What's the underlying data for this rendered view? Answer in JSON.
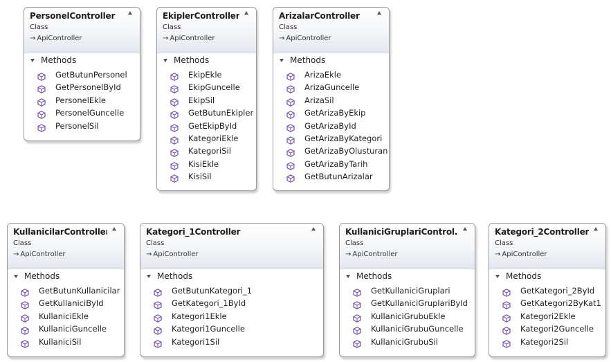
{
  "icons": {
    "collapse": "double-chevron-up-icon",
    "base": "inheritance-arrow-icon",
    "method": "method-cube-icon",
    "section": "expand-triangle-icon"
  },
  "colors": {
    "method_icon": "#7b5bb6"
  },
  "classes": [
    {
      "name": "PersonelController",
      "stereotype": "Class",
      "base": "ApiController",
      "section_label": "Methods",
      "methods": [
        "GetButunPersonel",
        "GetPersonelById",
        "PersonelEkle",
        "PersonelGuncelle",
        "PersonelSil"
      ]
    },
    {
      "name": "EkiplerController",
      "stereotype": "Class",
      "base": "ApiController",
      "section_label": "Methods",
      "methods": [
        "EkipEkle",
        "EkipGuncelle",
        "EkipSil",
        "GetButunEkipler",
        "GetEkipById",
        "KategoriEkle",
        "KategoriSil",
        "KisiEkle",
        "KisiSil"
      ]
    },
    {
      "name": "ArizalarController",
      "stereotype": "Class",
      "base": "ApiController",
      "section_label": "Methods",
      "methods": [
        "ArizaEkle",
        "ArizaGuncelle",
        "ArizaSil",
        "GetArizaByEkip",
        "GetArizaById",
        "GetArizaByKategori",
        "GetArizaByOlusturan",
        "GetArizaByTarih",
        "GetButunArizalar"
      ]
    },
    {
      "name": "KullanicilarController",
      "stereotype": "Class",
      "base": "ApiController",
      "section_label": "Methods",
      "methods": [
        "GetButunKullanicilar",
        "GetKullaniciById",
        "KullaniciEkle",
        "KullaniciGuncelle",
        "KullaniciSil"
      ]
    },
    {
      "name": "Kategori_1Controller",
      "stereotype": "Class",
      "base": "ApiController",
      "section_label": "Methods",
      "methods": [
        "GetButunKategori_1",
        "GetKategori_1ById",
        "Kategori1Ekle",
        "Kategori1Guncelle",
        "Kategori1Sil"
      ]
    },
    {
      "name": "KullaniciGruplariControl...",
      "stereotype": "Class",
      "base": "ApiController",
      "section_label": "Methods",
      "methods": [
        "GetKullaniciGruplari",
        "GetKullaniciGruplariById",
        "KullaniciGrubuEkle",
        "KullaniciGrubuGuncelle",
        "KullaniciGrubuSil"
      ]
    },
    {
      "name": "Kategori_2Controller",
      "stereotype": "Class",
      "base": "ApiController",
      "section_label": "Methods",
      "methods": [
        "GetKategori_2ById",
        "GetKategori2ByKat1",
        "Kategori2Ekle",
        "Kategori2Guncelle",
        "Kategori2Sil"
      ]
    }
  ]
}
